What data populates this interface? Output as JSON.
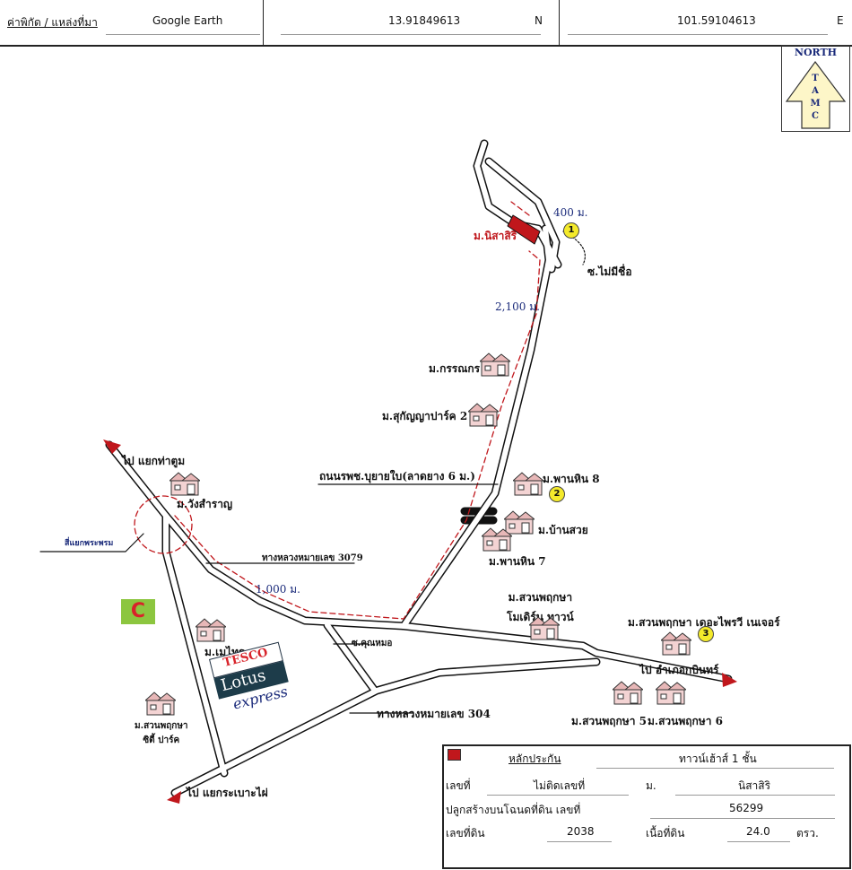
{
  "header": {
    "coord_label": "ค่าพิกัด / แหล่งที่มา",
    "source": "Google Earth",
    "latitude": "13.91849613",
    "lat_dir": "N",
    "longitude": "101.59104613",
    "lon_dir": "E"
  },
  "north_arrow": {
    "title": "NORTH",
    "letters": [
      "T",
      "A",
      "M",
      "C"
    ]
  },
  "map": {
    "labels": {
      "nisasiri": "ม.นิสาสิริ",
      "dist_400": "400 ม.",
      "soi_no_name": "ซ.ไม่มีชื่อ",
      "dist_2100": "2,100 ม.",
      "kornnakorn": "ม.กรรณกร",
      "supanya": "ม.สุกัญญาปาร์ค 2",
      "road_rpch": "ถนนรพช.บุยายใบ(ลาดยาง 6 ม.)",
      "phanhin8": "ม.พานหิน 8",
      "bansuay": "ม.บ้านสวย",
      "phanhin7": "ม.พานหิน 7",
      "to_thatum": "ไป แยกท่าตูม",
      "wangsamran": "ม.วังสำราญ",
      "intersection": "สี่แยกพระพรม",
      "hwy3079": "ทางหลวงหมายเลข 3079",
      "dist_1000": "1,000 ม.",
      "suanpruksa_modern": "ม.สวนพฤกษา\nโมเดิร์น ทาวน์",
      "suanpruksa_forest": "ม.สวนพฤกษา เดอะไพรวี เนเจอร์",
      "to_kabin": "ไป อำเภอกบินทร์",
      "soi_khunmor": "ซ.คุณหมอ",
      "maitri": "ม.เมไทร",
      "hwy304": "ทางหลวงหมายเลข 304",
      "suanpruksa5": "ม.สวนพฤกษา 5",
      "suanpruksa6": "ม.สวนพฤกษา 6",
      "suanpruksa_city": "ม.สวนพฤกษา\nซิตี้ ปาร์ค",
      "to_krabao": "ไป แยกระเบาะไผ่"
    },
    "badges": [
      "1",
      "2",
      "3"
    ],
    "logos": {
      "tesco": "TESCO",
      "lotus": "Lotus",
      "express": "express",
      "bigc": "C"
    },
    "colors": {
      "route": "#c0171c",
      "badge": "#f4ea2b",
      "target": "#c0171c"
    }
  },
  "legend": {
    "title": "หลักประกัน",
    "type": "ทาวน์เฮ้าส์ 1 ชั้น",
    "no_label": "เลขที่",
    "no_value": "ไม่ติดเลขที่",
    "village_label": "ม.",
    "village_value": "นิสาสิริ",
    "deed_label": "ปลูกสร้างบนโฉนดที่ดิน เลขที่",
    "deed_value": "56299",
    "land_no_label": "เลขที่ดิน",
    "land_no_value": "2038",
    "area_label": "เนื้อที่ดิน",
    "area_value": "24.0",
    "area_unit": "ตรว."
  }
}
